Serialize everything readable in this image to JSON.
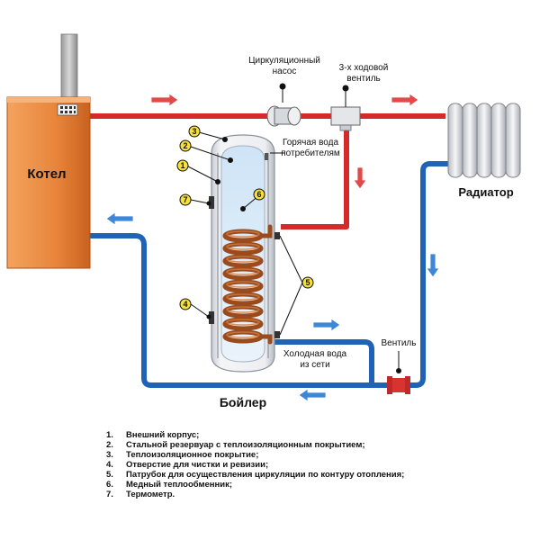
{
  "labels": {
    "boiler": "Котел",
    "radiator": "Радиатор",
    "tank": "Бойлер",
    "pump": "Циркуляционный насос",
    "pump_line1": "Циркуляционный",
    "pump_line2": "насос",
    "valve3_line1": "3-х ходовой",
    "valve3_line2": "вентиль",
    "hot_water_line1": "Горячая вода",
    "hot_water_line2": "потребителям",
    "cold_water_line1": "Холодная вода",
    "cold_water_line2": "из сети",
    "valve": "Вентиль"
  },
  "callouts": [
    "1",
    "2",
    "3",
    "4",
    "5",
    "6",
    "7"
  ],
  "legend": [
    {
      "num": "1.",
      "text": "Внешний корпус;"
    },
    {
      "num": "2.",
      "text": "Стальной резервуар с теплоизоляционным покрытием;"
    },
    {
      "num": "3.",
      "text": "Теплоизоляционное покрытие;"
    },
    {
      "num": "4.",
      "text": "Отверстие для чистки и ревизии;"
    },
    {
      "num": "5.",
      "text": "Патрубок для осуществления циркуляции по контуру отопления;"
    },
    {
      "num": "6.",
      "text": "Медный теплообменник;"
    },
    {
      "num": "7.",
      "text": "Термометр."
    }
  ],
  "colors": {
    "hot_pipe": "#d62a2a",
    "cold_pipe": "#1f63b6",
    "boiler_body": "#e8843a",
    "arrow_hot": "#e04a4a",
    "arrow_cold": "#3d86d8"
  }
}
